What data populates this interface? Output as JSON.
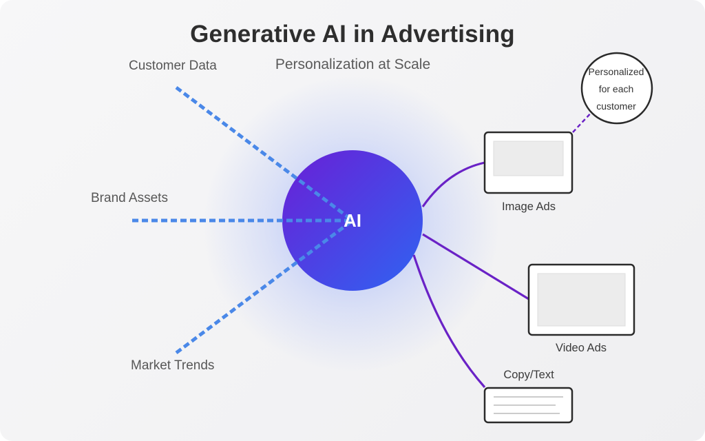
{
  "title": "Generative AI in Advertising",
  "subtitle": "Personalization at Scale",
  "center_label": "AI",
  "inputs": {
    "customer_data": "Customer Data",
    "brand_assets": "Brand Assets",
    "market_trends": "Market Trends"
  },
  "outputs": {
    "image_ads": "Image Ads",
    "video_ads": "Video Ads",
    "copy_text": "Copy/Text"
  },
  "callout": {
    "lines": [
      "Personalized",
      "for each",
      "customer"
    ]
  },
  "colors": {
    "input_line": "#4a88e8",
    "output_line": "#6a22c6",
    "hub_start": "#6a1fd6",
    "hub_end": "#2f63f2",
    "box_border": "#2a2a2a"
  }
}
